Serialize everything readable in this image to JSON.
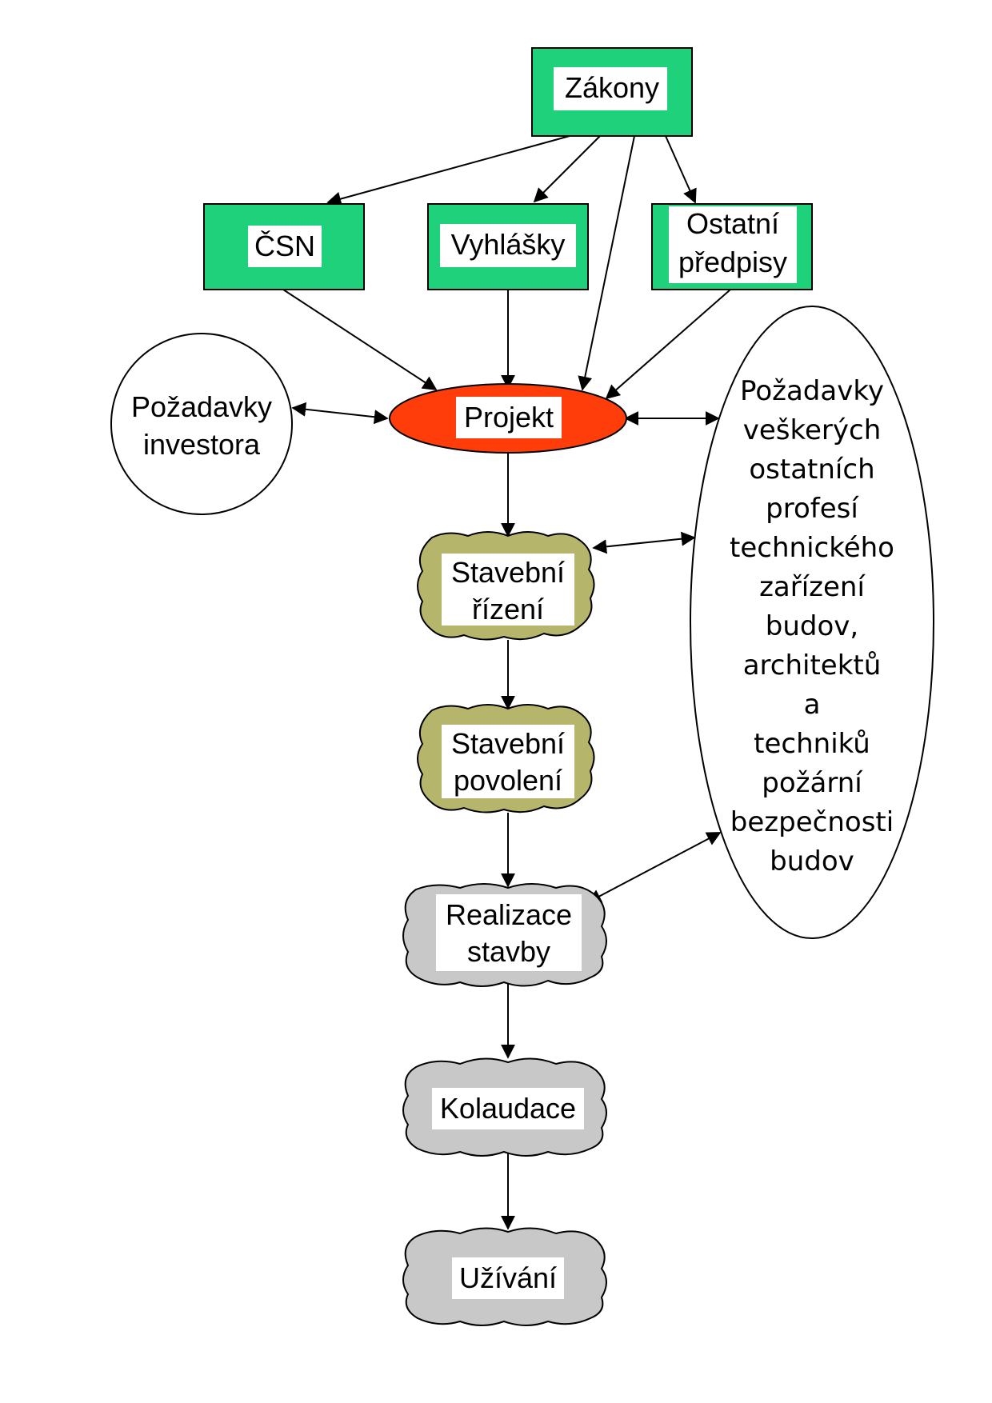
{
  "colors": {
    "law_box": "#1fd17a",
    "project_ellipse": "#ff3d0a",
    "permit_cloud": "#b5b56b",
    "execution_cloud": "#c8c8c8",
    "outline": "#000000"
  },
  "nodes": {
    "zakony": "Zákony",
    "csn": "ČSN",
    "vyhlasky": "Vyhlášky",
    "ostatni_predpisy": [
      "Ostatní",
      "předpisy"
    ],
    "pozadavky_investora": [
      "Požadavky",
      "investora"
    ],
    "projekt": "Projekt",
    "pozadavky_profesi": [
      "Požadavky",
      "veškerých",
      "ostatních",
      "profesí",
      "technického",
      "zařízení",
      "budov,",
      "architektů",
      "a",
      "techniků",
      "požární",
      "bezpečnosti",
      "budov"
    ],
    "stavebni_rizeni": [
      "Stavební",
      "řízení"
    ],
    "stavebni_povoleni": [
      "Stavební",
      "povolení"
    ],
    "realizace_stavby": [
      "Realizace",
      "stavby"
    ],
    "kolaudace": "Kolaudace",
    "uzivani": "Užívání"
  }
}
